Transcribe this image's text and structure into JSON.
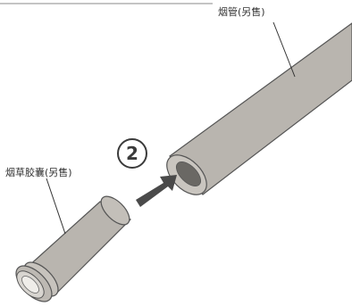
{
  "labels": {
    "smoke_tube": "烟管(另售)",
    "tobacco_capsule": "烟草胶囊(另售)"
  },
  "step": {
    "number": "2"
  },
  "colors": {
    "tube_fill": "#b9b5af",
    "tube_stroke": "#555555",
    "arrow": "#4a4a4a"
  }
}
